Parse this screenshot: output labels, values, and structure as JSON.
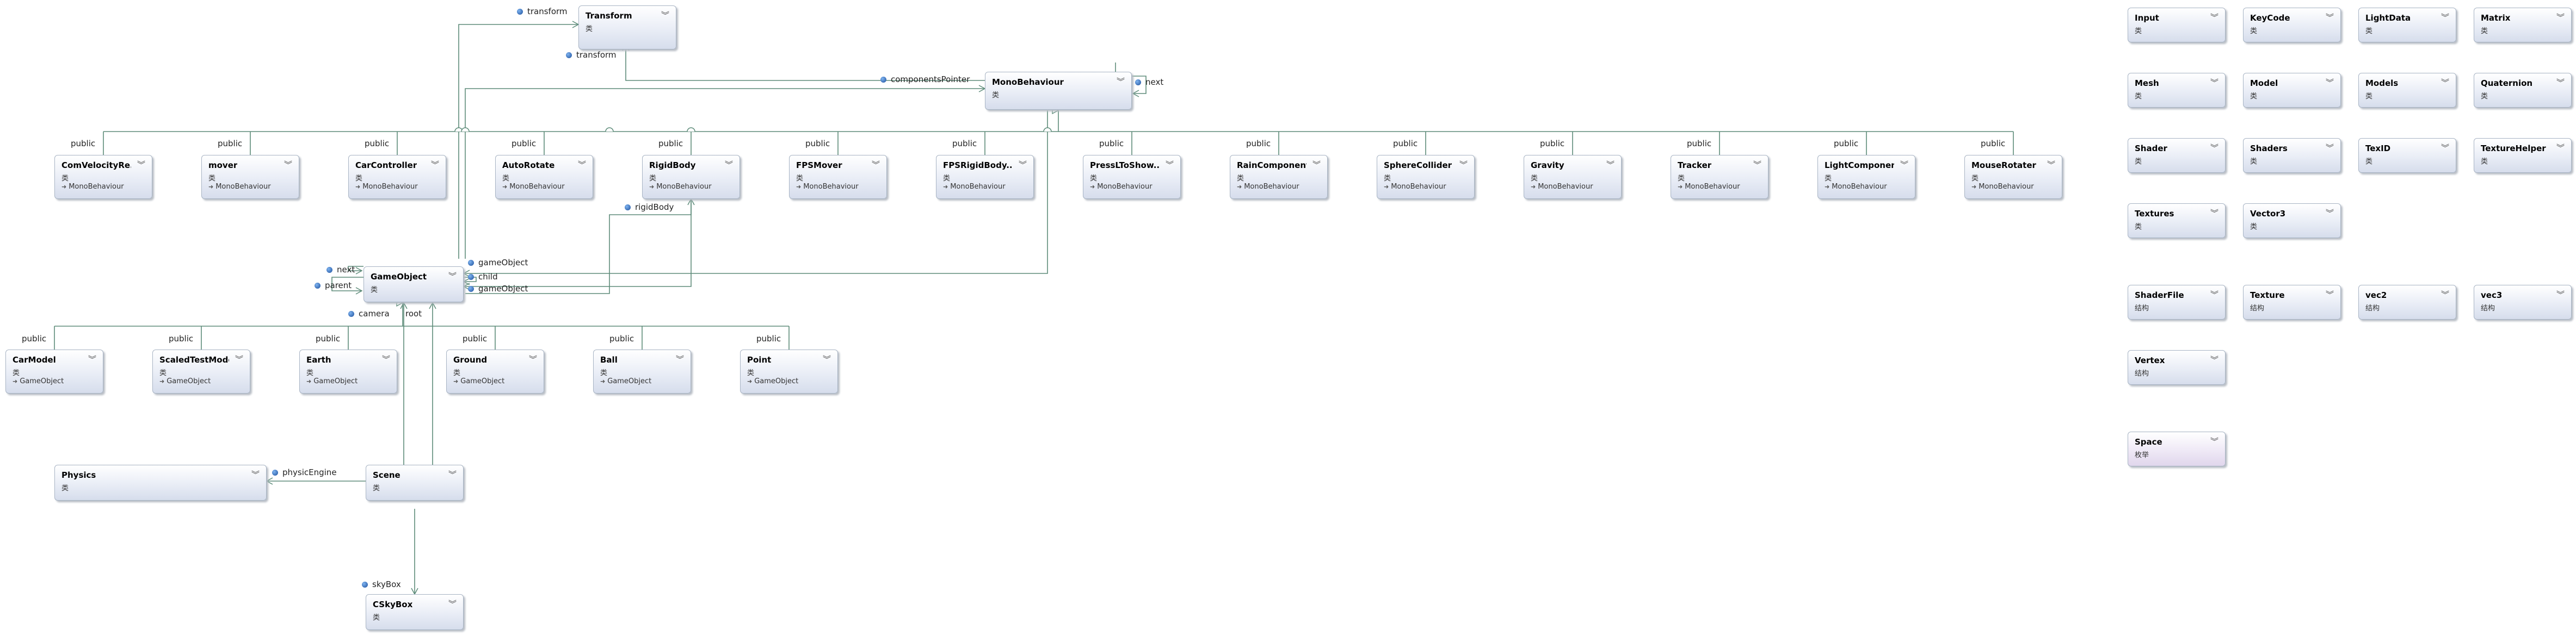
{
  "diagram": {
    "classes": {
      "transform": {
        "name": "Transform",
        "stereotype": "类"
      },
      "monobehaviour": {
        "name": "MonoBehaviour",
        "stereotype": "类"
      },
      "comvelocityreporter": {
        "name": "ComVelocityRe...",
        "stereotype": "类",
        "base": "MonoBehaviour"
      },
      "mover": {
        "name": "mover",
        "stereotype": "类",
        "base": "MonoBehaviour"
      },
      "carcontroller": {
        "name": "CarController",
        "stereotype": "类",
        "base": "MonoBehaviour"
      },
      "autorotate": {
        "name": "AutoRotate",
        "stereotype": "类",
        "base": "MonoBehaviour"
      },
      "rigidbody": {
        "name": "RigidBody",
        "stereotype": "类",
        "base": "MonoBehaviour"
      },
      "fpsmover": {
        "name": "FPSMover",
        "stereotype": "类",
        "base": "MonoBehaviour"
      },
      "fpsrigidbody": {
        "name": "FPSRigidBody...",
        "stereotype": "类",
        "base": "MonoBehaviour"
      },
      "presslshow": {
        "name": "PressLToShow...",
        "stereotype": "类",
        "base": "MonoBehaviour"
      },
      "raincomponent": {
        "name": "RainComponent",
        "stereotype": "类",
        "base": "MonoBehaviour"
      },
      "spherecollider": {
        "name": "SphereCollider",
        "stereotype": "类",
        "base": "MonoBehaviour"
      },
      "gravity": {
        "name": "Gravity",
        "stereotype": "类",
        "base": "MonoBehaviour"
      },
      "tracker": {
        "name": "Tracker",
        "stereotype": "类",
        "base": "MonoBehaviour"
      },
      "lightcomponent": {
        "name": "LightComponent",
        "stereotype": "类",
        "base": "MonoBehaviour"
      },
      "mouserotater": {
        "name": "MouseRotater",
        "stereotype": "类",
        "base": "MonoBehaviour"
      },
      "gameobject": {
        "name": "GameObject",
        "stereotype": "类"
      },
      "carmodel": {
        "name": "CarModel",
        "stereotype": "类",
        "base": "GameObject"
      },
      "scaledtestmodel": {
        "name": "ScaledTestModel",
        "stereotype": "类",
        "base": "GameObject"
      },
      "earth": {
        "name": "Earth",
        "stereotype": "类",
        "base": "GameObject"
      },
      "ground": {
        "name": "Ground",
        "stereotype": "类",
        "base": "GameObject"
      },
      "ball": {
        "name": "Ball",
        "stereotype": "类",
        "base": "GameObject"
      },
      "point": {
        "name": "Point",
        "stereotype": "类",
        "base": "GameObject"
      },
      "physics": {
        "name": "Physics",
        "stereotype": "类"
      },
      "scene": {
        "name": "Scene",
        "stereotype": "类"
      },
      "cskybox": {
        "name": "CSkyBox",
        "stereotype": "类"
      },
      "input": {
        "name": "Input",
        "stereotype": "类"
      },
      "keycode": {
        "name": "KeyCode",
        "stereotype": "类"
      },
      "lightdata": {
        "name": "LightData",
        "stereotype": "类"
      },
      "matrix": {
        "name": "Matrix",
        "stereotype": "类"
      },
      "mesh": {
        "name": "Mesh",
        "stereotype": "类"
      },
      "model": {
        "name": "Model",
        "stereotype": "类"
      },
      "models": {
        "name": "Models",
        "stereotype": "类"
      },
      "quaternion": {
        "name": "Quaternion",
        "stereotype": "类"
      },
      "shader": {
        "name": "Shader",
        "stereotype": "类"
      },
      "shaders": {
        "name": "Shaders",
        "stereotype": "类"
      },
      "texid": {
        "name": "TexID",
        "stereotype": "类"
      },
      "texturehelper": {
        "name": "TextureHelper",
        "stereotype": "类"
      },
      "textures": {
        "name": "Textures",
        "stereotype": "类"
      },
      "vector3": {
        "name": "Vector3",
        "stereotype": "类"
      },
      "shaderfile": {
        "name": "ShaderFile",
        "stereotype": "结构"
      },
      "texture": {
        "name": "Texture",
        "stereotype": "结构"
      },
      "vec2": {
        "name": "vec2",
        "stereotype": "结构"
      },
      "vec3": {
        "name": "vec3",
        "stereotype": "结构"
      },
      "vertex": {
        "name": "Vertex",
        "stereotype": "结构"
      },
      "space": {
        "name": "Space",
        "stereotype": "枚举"
      }
    },
    "labels": {
      "public": "public",
      "transform": "transform",
      "componentsPointer": "componentsPointer",
      "next": "next",
      "rigidBody": "rigidBody",
      "gameObject": "gameObject",
      "child": "child",
      "parent": "parent",
      "camera": "camera",
      "root": "root",
      "physicEngine": "physicEngine",
      "skyBox": "skyBox"
    },
    "colors": {
      "connector": "#5e8c7a",
      "box_border": "#a8b4c4"
    },
    "icons": {
      "collapse": "chevron-double-down-icon",
      "property": "property-icon",
      "inherit": "inherit-arrow-icon"
    }
  }
}
